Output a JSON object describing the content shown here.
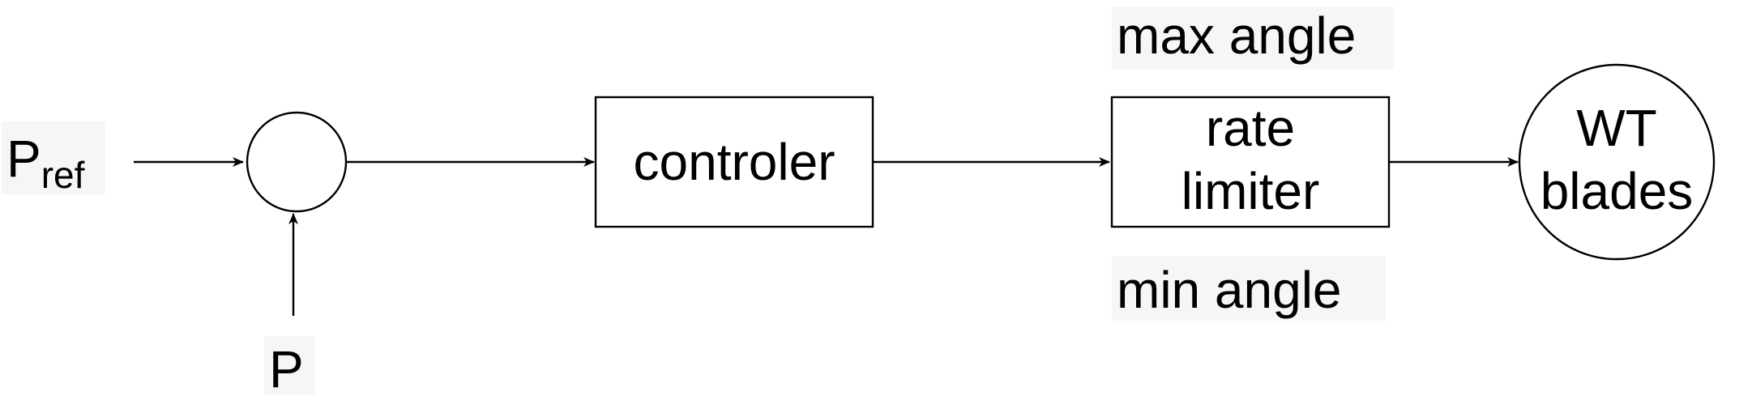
{
  "inputs": {
    "p_ref_main": "P",
    "p_ref_sub": "ref",
    "p": "P"
  },
  "blocks": {
    "controller": "controler",
    "rate_limiter_line1": "rate",
    "rate_limiter_line2": "limiter",
    "wt_line1": "WT",
    "wt_line2": "blades"
  },
  "limits": {
    "max": "max angle",
    "min": "min angle"
  }
}
